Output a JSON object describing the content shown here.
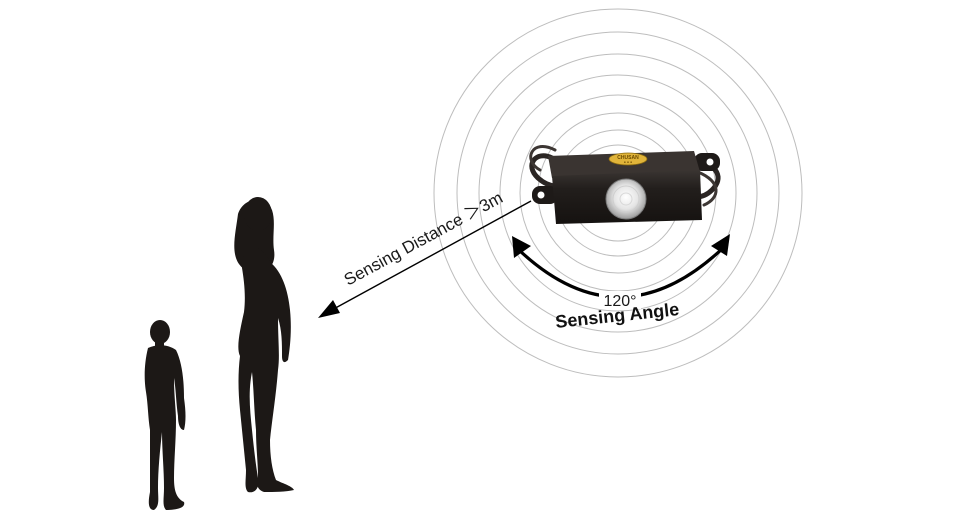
{
  "diagram": {
    "distance_label": "Sensing Distance ＞3m",
    "angle_value": "120°",
    "angle_label": "Sensing Angle",
    "brand_badge": "CHUSAN",
    "brand_badge_sub": "• • •"
  },
  "colors": {
    "ring": "#bdbdbd",
    "sensor_body": "#231f1d",
    "silhouette": "#1c1816",
    "badge": "#e0b43a",
    "arrow": "#000000"
  },
  "icons": {
    "sensor": "pir-motion-sensor-icon",
    "lens": "fresnel-lens-icon",
    "adult": "woman-silhouette-icon",
    "child": "child-silhouette-icon"
  }
}
